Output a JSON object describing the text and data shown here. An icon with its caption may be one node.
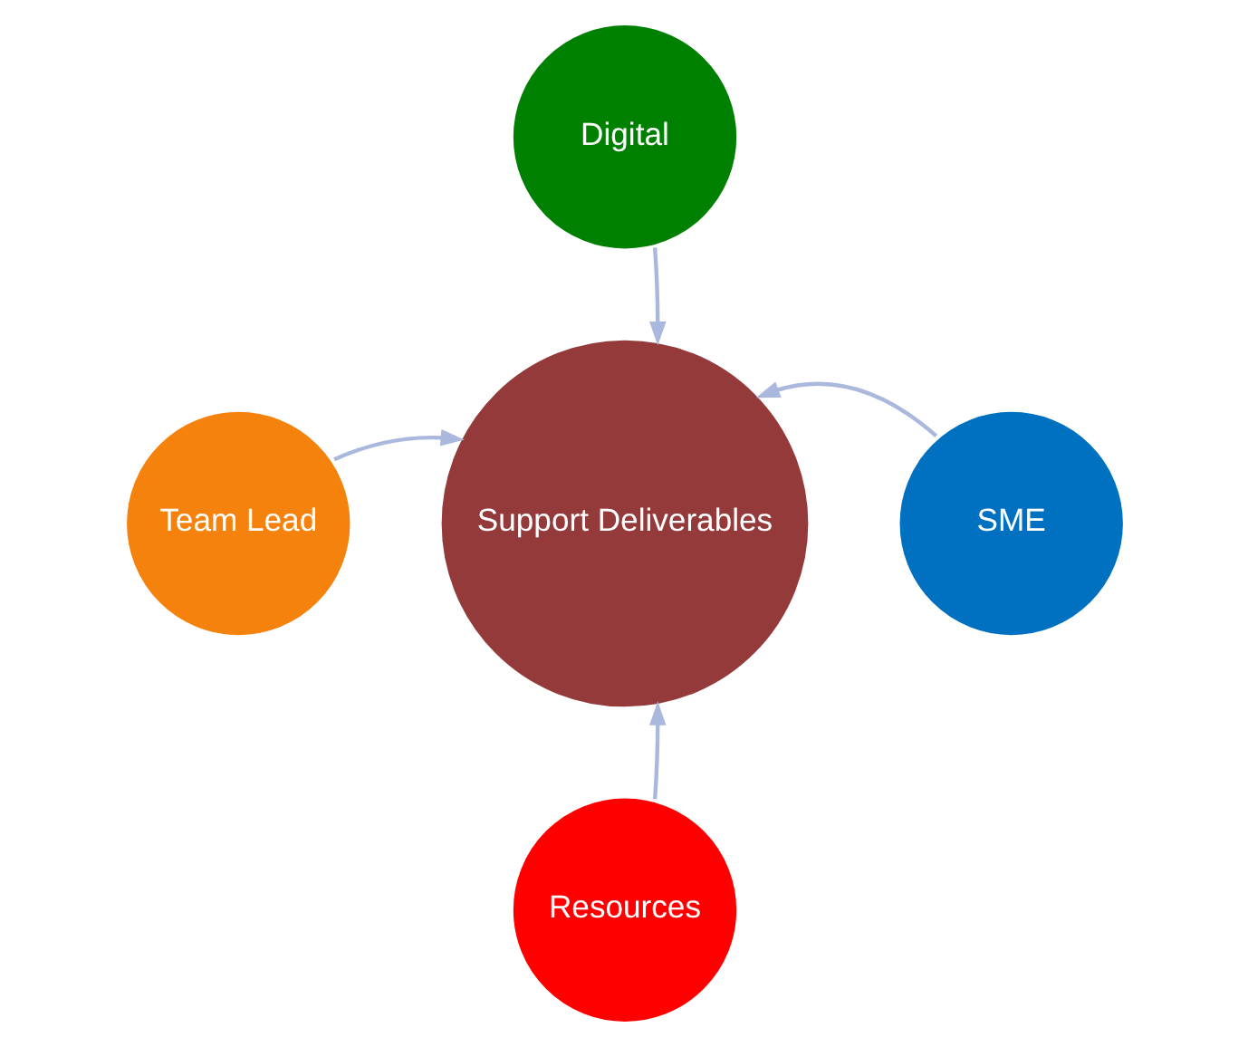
{
  "diagram": {
    "nodes": [
      {
        "text": [
          "Support Deliverables"
        ]
      },
      {
        "text": [
          "Digital"
        ]
      },
      {
        "text": [
          "Team Lead"
        ]
      },
      {
        "text": [
          "SME"
        ]
      },
      {
        "text": [
          "Resources"
        ]
      }
    ],
    "edges": [
      {
        "from": 1,
        "to": 0,
        "arrow": "to"
      },
      {
        "from": 2,
        "to": 0,
        "arrow": "to"
      },
      {
        "from": 3,
        "to": 0,
        "arrow": "to"
      },
      {
        "from": 4,
        "to": 0,
        "arrow": "to"
      }
    ]
  }
}
